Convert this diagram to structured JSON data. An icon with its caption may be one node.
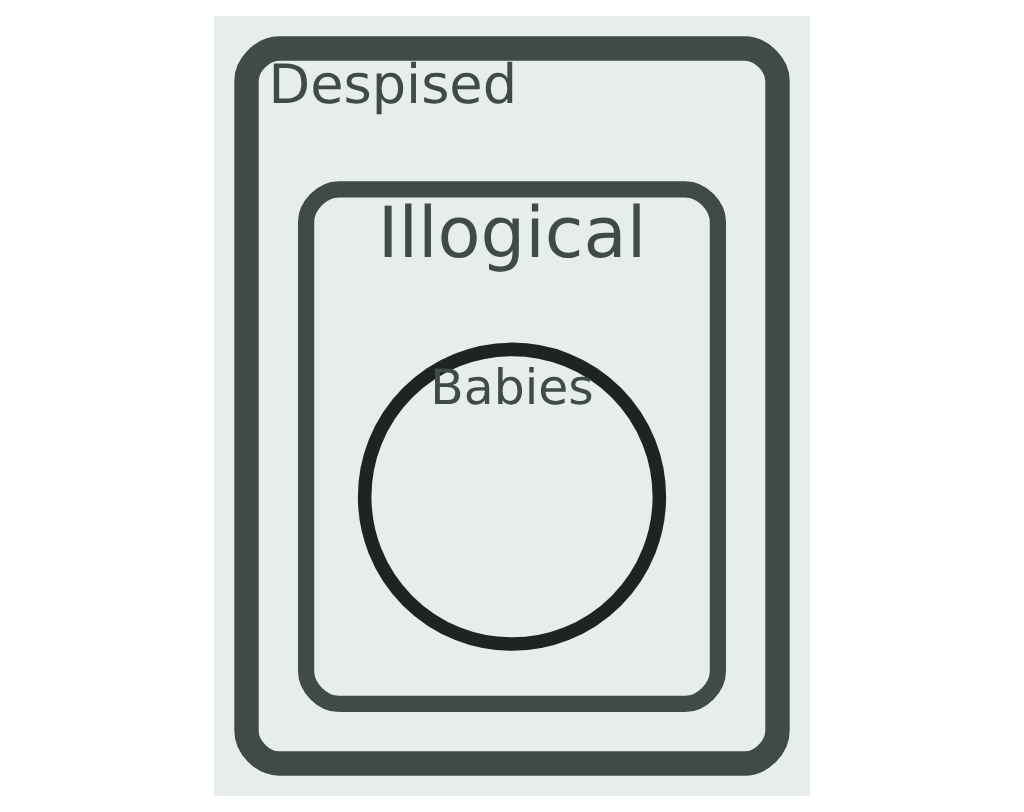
{
  "diagram": {
    "nodes": [
      {
        "text": [
          "Despised"
        ]
      },
      {
        "text": [
          "Illogical"
        ],
        "in": 0
      },
      {
        "text": [
          "Babies"
        ],
        "in": 1
      }
    ],
    "edges": []
  }
}
